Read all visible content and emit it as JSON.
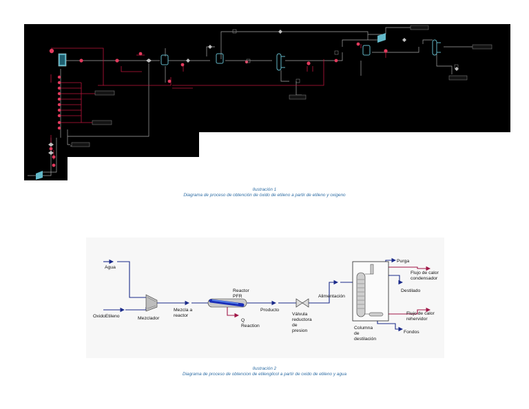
{
  "captions": [
    {
      "title": "Ilustración 1",
      "text": "Diagrama de proceso de obtención de óxido de etileno a partir de etileno y oxigeno"
    },
    {
      "title": "Ilustración 2",
      "text": "Diagrama de proceso de obtencion de etilenglicol a partir de oxido de etileno y agua"
    }
  ],
  "diagram2": {
    "labels": {
      "agua": "Agua",
      "oxido": "OxidoEtileno",
      "mezclador": "Mezclador",
      "mezcla1": "Mezcla a",
      "mezcla2": "reactor",
      "reactor1": "Reactor",
      "reactor2": "PFR",
      "q1": "Q",
      "q2": "Reaction",
      "producto": "Producto",
      "valv1": "Válvula",
      "valv2": "reductora",
      "valv3": "de",
      "valv4": "presion",
      "alimentacion": "Alimentación",
      "purga": "Purga",
      "flujo_cond1": "Flujo de calor",
      "flujo_cond2": "condensador",
      "destilado": "Destilado",
      "flujo_reb1": "Flujo de calor",
      "flujo_reb2": "rehervidor",
      "fondos": "Fondos",
      "col1": "Columna",
      "col2": "de",
      "col3": "destilación"
    }
  },
  "colors": {
    "pfd_background": "#000000",
    "pfd_material_stream": "#b3b3b3",
    "pfd_energy_stream": "#c0143c",
    "unit_equipment": "#63b9c9",
    "material_arrow": "#1a2a8a",
    "energy_arrow": "#a01646",
    "caption_blue": "#2e6da4"
  }
}
